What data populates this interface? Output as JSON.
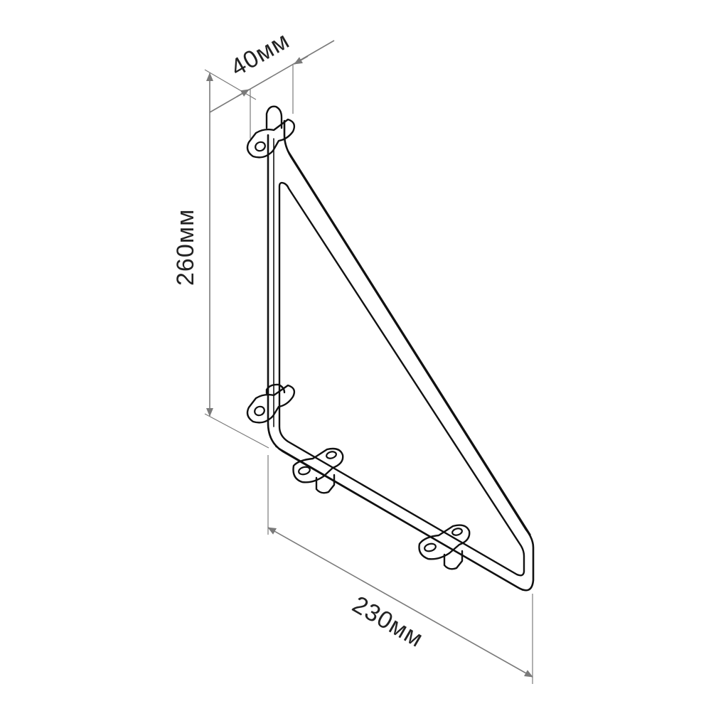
{
  "colors": {
    "part_stroke": "#111111",
    "dimension": "#7a7a7a",
    "dimension_text": "#222222",
    "background": "#ffffff"
  },
  "dimensions": {
    "width": "40мм",
    "height": "260мм",
    "depth": "230мм"
  }
}
